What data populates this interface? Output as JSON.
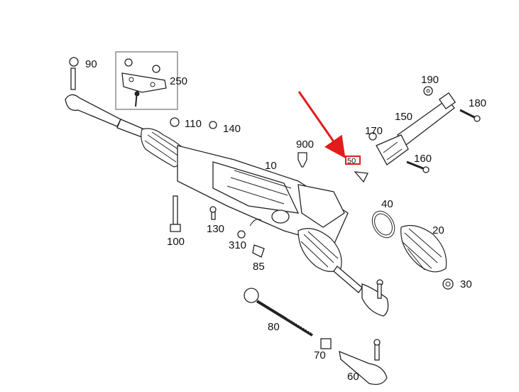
{
  "diagram": {
    "labels": {
      "p90": "90",
      "p250": "250",
      "p110": "110",
      "p140": "140",
      "p900": "900",
      "p10": "10",
      "p50": "50",
      "p190": "190",
      "p180": "180",
      "p150": "150",
      "p170": "170",
      "p160": "160",
      "p40": "40",
      "p20": "20",
      "p30": "30",
      "p130": "130",
      "p100": "100",
      "p310": "310",
      "p85": "85",
      "p80": "80",
      "p70": "70",
      "p60": "60"
    },
    "highlight": {
      "part": "50",
      "color": "#e31b1b"
    }
  }
}
